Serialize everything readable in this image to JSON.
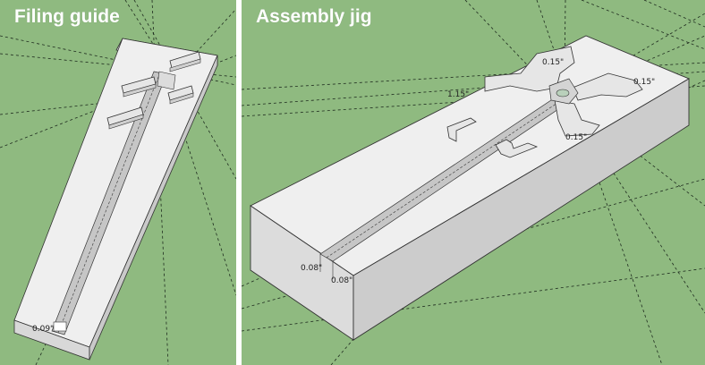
{
  "panels": {
    "left": {
      "title": "Filing guide"
    },
    "right": {
      "title": "Assembly jig"
    }
  },
  "dimensions": {
    "left_bottom": "0.09\"",
    "right_left_arm": "1.15\"",
    "right_top_arm": "0.15\"",
    "right_right_arm": "0.15\"",
    "right_lower_arm": "0.15\"",
    "right_channel_a": "0.08\"",
    "right_channel_b": "0.08\""
  },
  "colors": {
    "background": "#8fba80",
    "block_top": "#efefef",
    "block_side": "#d9d9d9",
    "channel": "#c6c6c6",
    "divider": "#ffffff"
  }
}
